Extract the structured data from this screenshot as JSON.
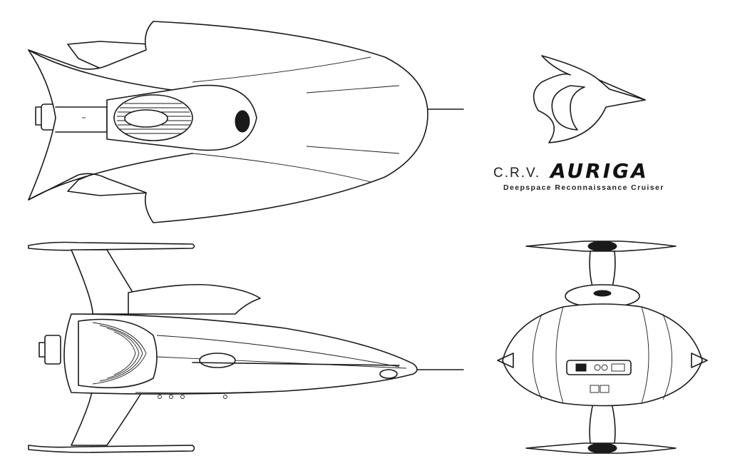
{
  "title": {
    "prefix": "C.R.V.",
    "name": "AURIGA",
    "subtitle": "Deepspace Reconnaissance Cruiser"
  },
  "views": [
    "top-view",
    "side-view",
    "front-view"
  ],
  "emblem_icon": "crescent-wing-emblem-icon",
  "colors": {
    "line": "#1a1a1a",
    "paper": "#ffffff"
  }
}
